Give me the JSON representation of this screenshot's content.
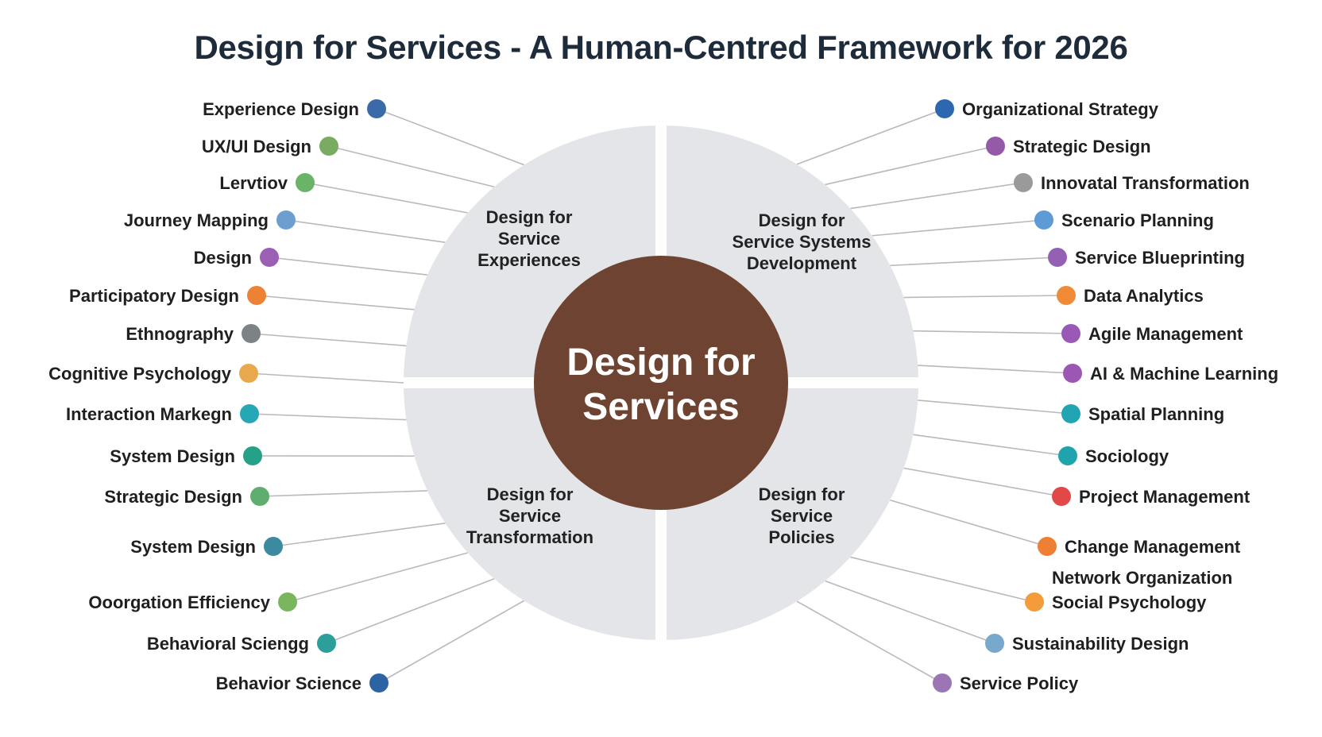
{
  "title": "Design for Services - A Human-Centred Framework for 2026",
  "center": {
    "lines": [
      "Design for",
      "Services"
    ],
    "color": "#6e4331"
  },
  "ring_color": "#e3e5e8",
  "quadrants": [
    {
      "id": "top-left",
      "lines": [
        "Design for",
        "Service",
        "Experiences"
      ]
    },
    {
      "id": "top-right",
      "lines": [
        "Design for",
        "Service Systems",
        "Development"
      ]
    },
    {
      "id": "bottom-left",
      "lines": [
        "Design for",
        "Service",
        "Transformation"
      ]
    },
    {
      "id": "bottom-right",
      "lines": [
        "Design for",
        "Service",
        "Policies"
      ]
    }
  ],
  "left_nodes": [
    {
      "label": "Experience Design",
      "color": "#3a6aa8"
    },
    {
      "label": "UX/UI Design",
      "color": "#7aab62"
    },
    {
      "label": "Lervtiov",
      "color": "#6ab468"
    },
    {
      "label": "Journey Mapping",
      "color": "#6c9fd0"
    },
    {
      "label": "Design",
      "color": "#9b5fb4"
    },
    {
      "label": "Participatory Design",
      "color": "#ee8234"
    },
    {
      "label": "Ethnography",
      "color": "#7b8387"
    },
    {
      "label": "Cognitive Psychology",
      "color": "#e9a84b"
    },
    {
      "label": "Interaction Markegn",
      "color": "#26a7b5"
    },
    {
      "label": "System Design",
      "color": "#24a186"
    },
    {
      "label": "Strategic Design",
      "color": "#5fae70"
    },
    {
      "label": "System Design",
      "color": "#3b8aa0"
    },
    {
      "label": "Ooorgation Efficiency",
      "color": "#7ab65d"
    },
    {
      "label": "Behavioral Sciengg",
      "color": "#2c9f9b"
    },
    {
      "label": "Behavior Science",
      "color": "#2b63a3"
    }
  ],
  "right_nodes": [
    {
      "label": "Organizational Strategy",
      "color": "#2d67b0"
    },
    {
      "label": "Strategic Design",
      "color": "#9459a8"
    },
    {
      "label": "Innovatal Transformation",
      "color": "#9a9a9a"
    },
    {
      "label": "Scenario Planning",
      "color": "#5c9bd6"
    },
    {
      "label": "Service Blueprinting",
      "color": "#9360b4"
    },
    {
      "label": "Data Analytics",
      "color": "#f08a36"
    },
    {
      "label": "Agile Management",
      "color": "#9b59b6"
    },
    {
      "label": "AI & Machine Learning",
      "color": "#9b57b3"
    },
    {
      "label": "Spatial Planning",
      "color": "#21a4b3"
    },
    {
      "label": "Sociology",
      "color": "#1fa3ad"
    },
    {
      "label": "Project Management",
      "color": "#e34848"
    },
    {
      "label": "Change Management",
      "color": "#ef7f34"
    },
    {
      "label": "Network Organization",
      "color": ""
    },
    {
      "label": "Social Psychology",
      "color": "#f49b3c"
    },
    {
      "label": "Sustainability Design",
      "color": "#78a8cc"
    },
    {
      "label": "Service Policy",
      "color": "#9c75b5"
    }
  ]
}
